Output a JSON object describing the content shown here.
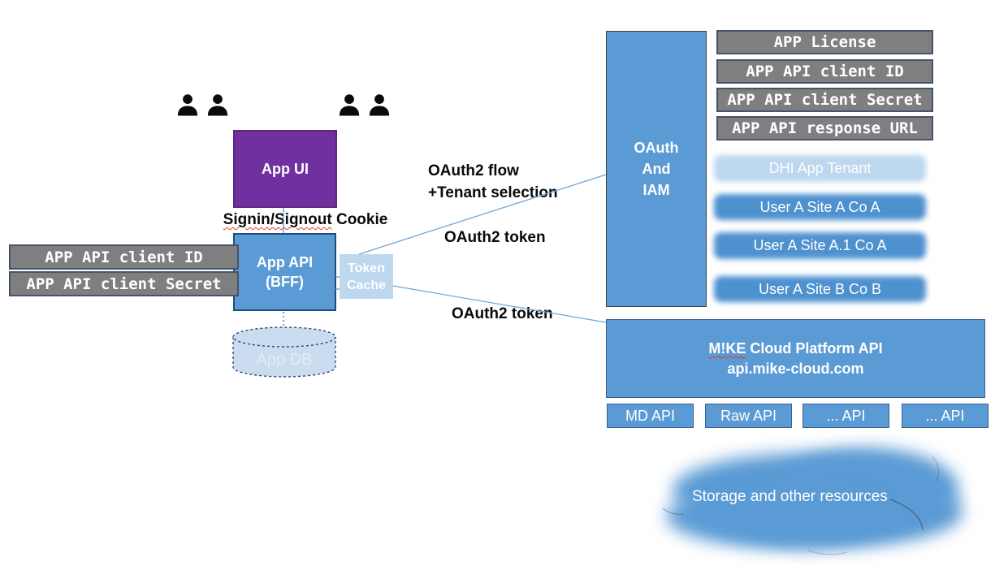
{
  "diagram": {
    "app_ui": {
      "label": "App UI"
    },
    "signin_cookie": {
      "misspelled_part": "Signin/Signout",
      "rest": " Cookie"
    },
    "app_api": {
      "line1": "App API",
      "line2": "(BFF)"
    },
    "token_cache": {
      "line1": "Token",
      "line2": "Cache"
    },
    "left_credentials": [
      "APP API client ID",
      "APP API client Secret"
    ],
    "app_db": {
      "label": "App DB"
    },
    "flow_labels": {
      "oauth_flow_line1": "OAuth2 flow",
      "oauth_flow_line2": "+Tenant selection",
      "oauth_token_upper": "OAuth2 token",
      "oauth_token_lower": "OAuth2 token"
    },
    "oauth_iam": {
      "line1": "OAuth",
      "line2": "And",
      "line3": "IAM"
    },
    "app_config": [
      "APP License",
      "APP API client ID",
      "APP API client Secret",
      "APP API response URL"
    ],
    "tenant": {
      "label": "DHI App Tenant"
    },
    "user_sites": [
      "User A Site A Co A",
      "User A Site A.1 Co A",
      "User A Site B Co B"
    ],
    "mike_api": {
      "brand": "M!KE",
      "title_rest": " Cloud Platform API",
      "subtitle": "api.mike-cloud.com"
    },
    "sub_apis": [
      "MD API",
      "Raw API",
      "... API",
      "... API"
    ],
    "cloud": {
      "label": "Storage and other resources"
    }
  },
  "colors": {
    "purple": "#7030A0",
    "blue": "#5B9BD5",
    "light_blue": "#BDD7EE",
    "gray_chip": "#7F7F7F",
    "chip_border": "#44546A",
    "dark_blue_border": "#1F4E79",
    "connector_blue": "#6FA8DC",
    "squiggle_red": "#E03C31"
  }
}
